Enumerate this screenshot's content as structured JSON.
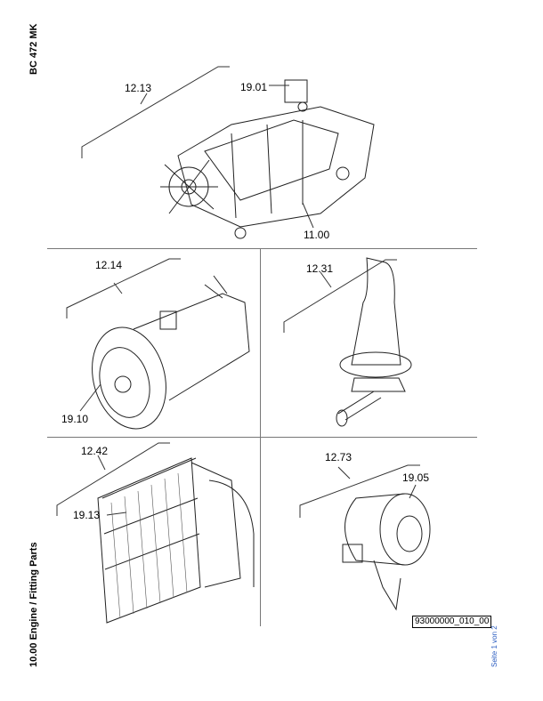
{
  "header": {
    "model": "BC 472 MK"
  },
  "footer": {
    "section": "10.00 Engine / Fitting Parts",
    "page": "Seite 1 von 2"
  },
  "drawing_ref": "93000000_010_00",
  "callouts": {
    "engine_group": "12.13",
    "engine_part_a": "19.01",
    "engine_part_b": "11.00",
    "pump_group": "12.14",
    "pump_part": "19.10",
    "exhaust_group": "12.31",
    "radiator_group": "12.42",
    "radiator_part": "19.13",
    "airfilter_group": "12.73",
    "airfilter_part": "19.05"
  }
}
